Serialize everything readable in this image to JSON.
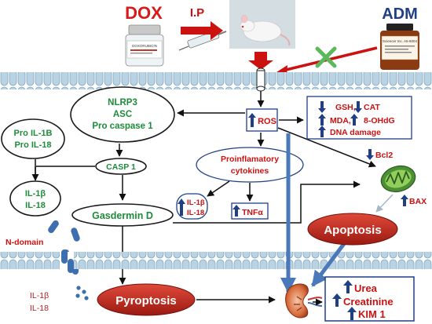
{
  "header": {
    "dox_label": "DOX",
    "ip_label": "I.P",
    "adm_label": "ADM",
    "vial_label": "DOXORUBICIN",
    "bottle_label": "Sciencer Inc. A5-6004"
  },
  "inflammasome": {
    "line1": "NLRP3",
    "line2": "ASC",
    "line3": "Pro caspase 1"
  },
  "pro_cytokines": {
    "line1": "Pro IL-1B",
    "line2": "Pro IL-18"
  },
  "casp1": "CASP 1",
  "mature_il": {
    "line1": "IL-1β",
    "line2": "IL-18"
  },
  "gasdermin": "Gasdermin D",
  "n_domain": "N-domain",
  "released_il": {
    "line1": "IL-1β",
    "line2": "IL-18"
  },
  "pyroptosis": "Pyroptosis",
  "ros": "ROS",
  "oxidative": {
    "line1a": "GSH,",
    "line1b": "CAT",
    "line2a": "MDA,",
    "line2b": "8-OHdG",
    "line3": "DNA damage"
  },
  "proinflammatory": {
    "line1": "Proinflamatory",
    "line2": "cytokines"
  },
  "il_box": {
    "line1": "IL-1β",
    "line2": "IL-18"
  },
  "tnf": "TNFα",
  "bcl2": "Bcl2",
  "bax": "BAX",
  "apoptosis": "Apoptosis",
  "kidney_markers": {
    "line1": "Urea",
    "line2": "Creatinine",
    "line3": "KIM 1"
  },
  "colors": {
    "red": "#cc1111",
    "green": "#1e8c3a",
    "blue": "#1f3f86",
    "arrow_blue": "#4a78b8",
    "membrane": "#a9c8da",
    "dark_red": "#b0201c"
  }
}
